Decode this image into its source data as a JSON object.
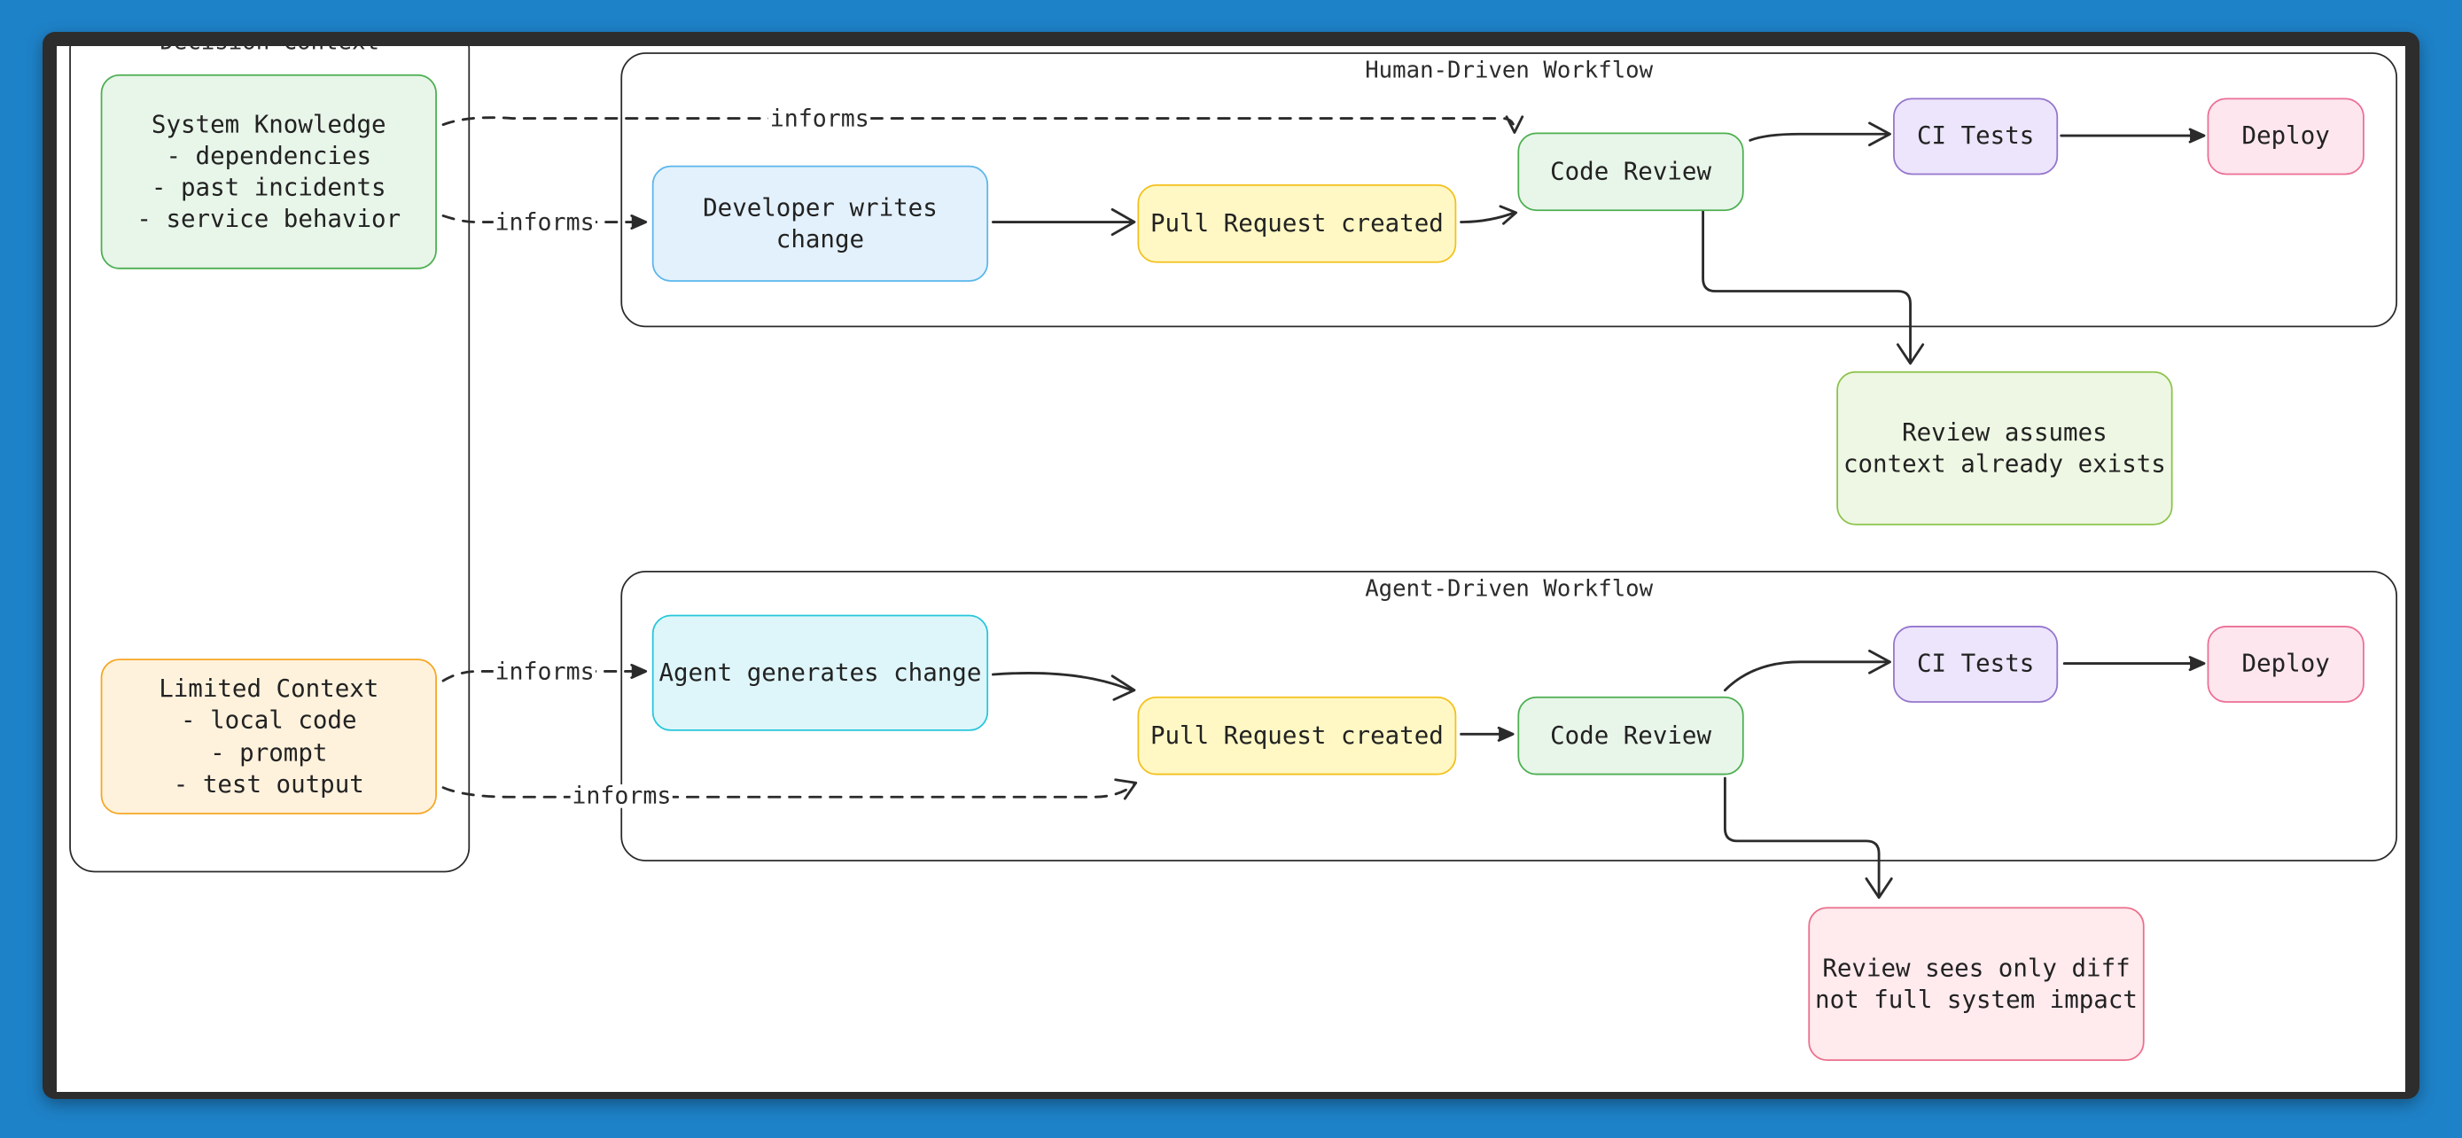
{
  "groups": {
    "decision": "Decision Context",
    "human": "Human-Driven Workflow",
    "agent": "Agent-Driven Workflow"
  },
  "nodes": {
    "system_knowledge": [
      "System Knowledge",
      "- dependencies",
      "- past incidents",
      "- service behavior"
    ],
    "limited_context": [
      "Limited Context",
      "- local code",
      "- prompt",
      "- test output"
    ],
    "dev_writes": [
      "Developer writes",
      "change"
    ],
    "pr_human": "Pull Request created",
    "review_human": "Code Review",
    "ci_human": "CI Tests",
    "deploy_human": "Deploy",
    "review_assumes": [
      "Review assumes",
      "context already exists"
    ],
    "agent_generates": "Agent generates change",
    "pr_agent": "Pull Request created",
    "review_agent": "Code Review",
    "ci_agent": "CI Tests",
    "deploy_agent": "Deploy",
    "review_sees": [
      "Review sees only diff",
      "not full system impact"
    ]
  },
  "edge_labels": {
    "sk_to_review": "informs",
    "sk_to_dev": "informs",
    "lc_to_agent": "informs",
    "lc_to_pr": "informs"
  },
  "colors": {
    "stroke": "#2b2b2b",
    "background": "#1e82c8"
  }
}
